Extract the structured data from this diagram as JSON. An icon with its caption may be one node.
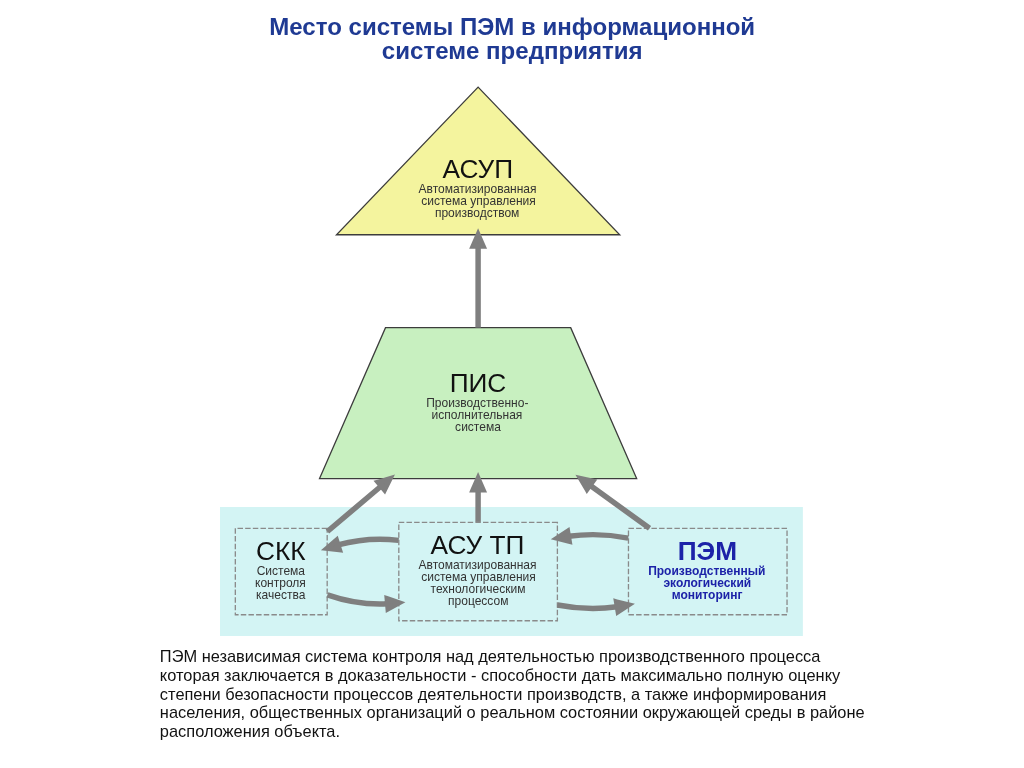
{
  "diagram": {
    "title": "Место системы ПЭМ в информационной системе предприятия",
    "caption": "ПЭМ независимая система контроля над деятельностью производственного процесса которая заключается в доказательности - способности дать максимально полную оценку степени безопасности процессов деятельности производств, а также информирования населения, общественных организаций о реальном состоянии окружающей среды в районе расположения объекта.",
    "nodes": [
      {
        "text": [
          "АСУП",
          "Автоматизированная система управления производством"
        ]
      },
      {
        "text": [
          "ПИС",
          "Производственно-исполнительная система"
        ]
      },
      {
        "text": [],
        "shape": "trapezoid"
      },
      {
        "text": [
          "СКК",
          "Система контроля качества"
        ],
        "in": 2
      },
      {
        "text": [
          "АСУ ТП",
          "Автоматизированная система управления технологическим процессом"
        ],
        "in": 2
      },
      {
        "text": [
          "ПЭМ",
          "Производственный экологический мониторинг"
        ],
        "in": 2
      }
    ],
    "edges": [
      {
        "from": 1,
        "to": 0,
        "arrow": "to"
      },
      {
        "from": 3,
        "to": 1,
        "arrow": "to"
      },
      {
        "from": 4,
        "to": 1,
        "arrow": "to"
      },
      {
        "from": 5,
        "to": 1,
        "arrow": "to"
      },
      {
        "from": 4,
        "to": 3,
        "arrow": "to"
      },
      {
        "from": 3,
        "to": 4,
        "arrow": "to"
      },
      {
        "from": 5,
        "to": 4,
        "arrow": "to"
      },
      {
        "from": 4,
        "to": 5,
        "arrow": "to"
      }
    ]
  }
}
